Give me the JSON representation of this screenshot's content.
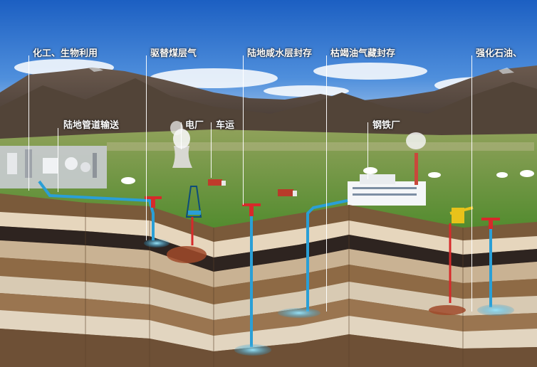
{
  "labels": {
    "chem_bio": "化工、生物利用",
    "ecbm": "驱替煤层气",
    "saline": "陆地咸水层封存",
    "depleted": "枯竭油气藏封存",
    "eor": "强化石油、",
    "pipeline": "陆地管道输送",
    "power_plant": "电厂",
    "truck": "车运",
    "steel_plant": "钢铁厂"
  },
  "colors": {
    "callout_text": "#ffffff",
    "pipe": "#2a9fd6",
    "wellhead": "#d62a2a",
    "co2_plume": "#7fd4f0",
    "oil_zone": "#a0522d"
  }
}
